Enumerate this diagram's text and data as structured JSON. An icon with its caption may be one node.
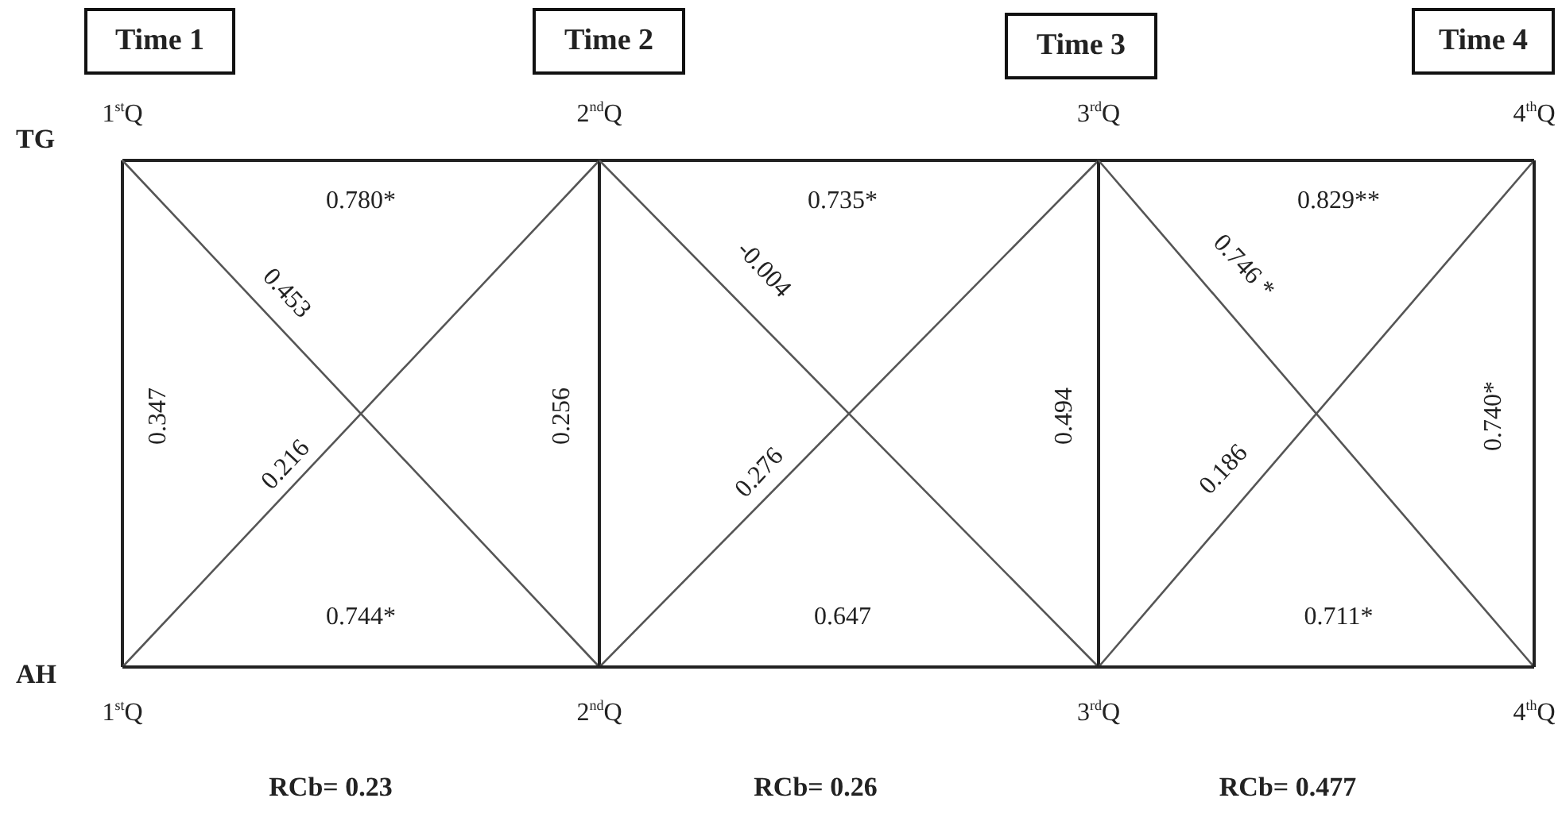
{
  "diagram": {
    "nodes": [
      {
        "text": [
          "Time 1"
        ]
      },
      {
        "text": [
          "Time 2"
        ]
      },
      {
        "text": [
          "Time 3"
        ]
      },
      {
        "text": [
          "Time 4"
        ]
      },
      {
        "text": [
          "1$^{st}$Q"
        ]
      },
      {
        "text": [
          "2$^{nd}$Q"
        ]
      },
      {
        "text": [
          "3$^{rd}$Q"
        ]
      },
      {
        "text": [
          "4$^{th}$Q"
        ]
      },
      {
        "text": [
          "1$^{st}$Q"
        ]
      },
      {
        "text": [
          "2$^{nd}$Q"
        ]
      },
      {
        "text": [
          "3$^{rd}$Q"
        ]
      },
      {
        "text": [
          "4$^{th}$Q"
        ]
      }
    ],
    "edges": [
      {
        "from": 4,
        "to": 5,
        "arrow": "none",
        "label": "0.780*"
      },
      {
        "from": 5,
        "to": 6,
        "arrow": "none",
        "label": "0.735*"
      },
      {
        "from": 6,
        "to": 7,
        "arrow": "none",
        "label": "0.829**"
      },
      {
        "from": 4,
        "to": 8,
        "arrow": "none",
        "label": "0.347"
      },
      {
        "from": 4,
        "to": 9,
        "arrow": "none",
        "label": "0.453"
      },
      {
        "from": 8,
        "to": 5,
        "arrow": "none",
        "label": "0.216"
      },
      {
        "from": 5,
        "to": 9,
        "arrow": "none",
        "label": "0.256"
      },
      {
        "from": 5,
        "to": 10,
        "arrow": "none",
        "label": "-0.004"
      },
      {
        "from": 9,
        "to": 6,
        "arrow": "none",
        "label": "0.276"
      },
      {
        "from": 6,
        "to": 10,
        "arrow": "none",
        "label": "0.494"
      },
      {
        "from": 6,
        "to": 11,
        "arrow": "none",
        "label": "0.746 *"
      },
      {
        "from": 10,
        "to": 7,
        "arrow": "none",
        "label": "0.186"
      },
      {
        "from": 7,
        "to": 11,
        "arrow": "none",
        "label": "0.740*"
      },
      {
        "from": 8,
        "to": 9,
        "arrow": "none",
        "label": "0.744*"
      },
      {
        "from": 9,
        "to": 10,
        "arrow": "none",
        "label": "0.647"
      },
      {
        "from": 10,
        "to": 11,
        "arrow": "none",
        "label": "0.711*"
      }
    ],
    "labels": [
      "TG",
      "AH",
      "RCb= 0.23",
      "RCb= 0.26",
      "RCb= 0.477"
    ]
  }
}
